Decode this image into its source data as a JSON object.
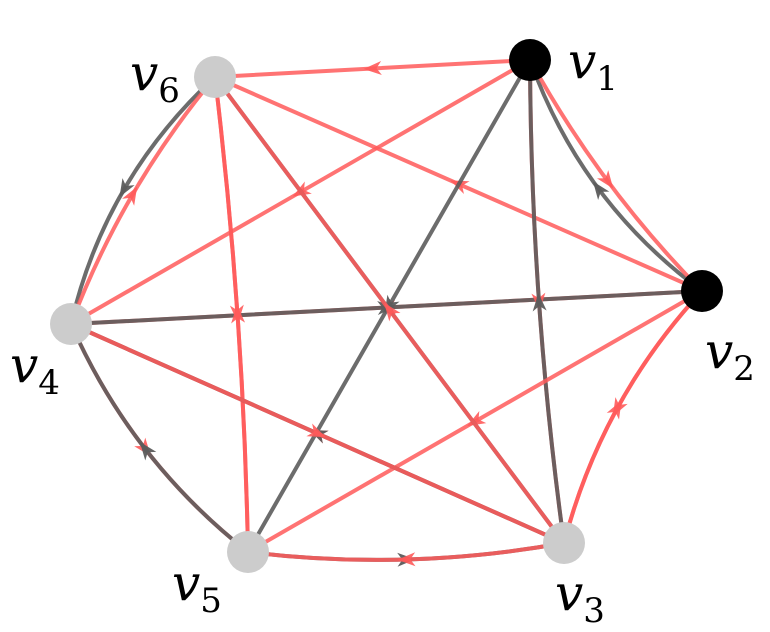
{
  "graph": {
    "colors": {
      "red_edge": "#ff5a5a",
      "black_edge": "#5c5c5c",
      "black_node": "#000000",
      "gray_node": "#cccccc"
    },
    "nodes": [
      {
        "id": "v1",
        "base": "v",
        "sub": "1",
        "fill": "black"
      },
      {
        "id": "v2",
        "base": "v",
        "sub": "2",
        "fill": "black"
      },
      {
        "id": "v3",
        "base": "v",
        "sub": "3",
        "fill": "gray"
      },
      {
        "id": "v4",
        "base": "v",
        "sub": "4",
        "fill": "gray"
      },
      {
        "id": "v5",
        "base": "v",
        "sub": "5",
        "fill": "gray"
      },
      {
        "id": "v6",
        "base": "v",
        "sub": "6",
        "fill": "gray"
      }
    ],
    "edges": [
      {
        "from": "v1",
        "to": "v6",
        "color": "red"
      },
      {
        "from": "v2",
        "to": "v1",
        "color": "black"
      },
      {
        "from": "v1",
        "to": "v2",
        "color": "red"
      },
      {
        "from": "v2",
        "to": "v6",
        "color": "red"
      },
      {
        "from": "v2",
        "to": "v4",
        "color": "red"
      },
      {
        "from": "v4",
        "to": "v2",
        "color": "black"
      },
      {
        "from": "v6",
        "to": "v4",
        "color": "black"
      },
      {
        "from": "v4",
        "to": "v6",
        "color": "red"
      },
      {
        "from": "v1",
        "to": "v4",
        "color": "red"
      },
      {
        "from": "v1",
        "to": "v5",
        "color": "black"
      },
      {
        "from": "v1",
        "to": "v3",
        "color": "red"
      },
      {
        "from": "v3",
        "to": "v1",
        "color": "black"
      },
      {
        "from": "v2",
        "to": "v3",
        "color": "red"
      },
      {
        "from": "v3",
        "to": "v2",
        "color": "red"
      },
      {
        "from": "v2",
        "to": "v5",
        "color": "red"
      },
      {
        "from": "v6",
        "to": "v3",
        "color": "black"
      },
      {
        "from": "v3",
        "to": "v6",
        "color": "red"
      },
      {
        "from": "v5",
        "to": "v6",
        "color": "red"
      },
      {
        "from": "v6",
        "to": "v5",
        "color": "red"
      },
      {
        "from": "v3",
        "to": "v4",
        "color": "red"
      },
      {
        "from": "v3",
        "to": "v4",
        "color": "black"
      },
      {
        "from": "v4",
        "to": "v5",
        "color": "red"
      },
      {
        "from": "v5",
        "to": "v4",
        "color": "black"
      },
      {
        "from": "v5",
        "to": "v3",
        "color": "black"
      },
      {
        "from": "v3",
        "to": "v5",
        "color": "red"
      },
      {
        "from": "v4",
        "to": "v3",
        "color": "red"
      }
    ]
  }
}
